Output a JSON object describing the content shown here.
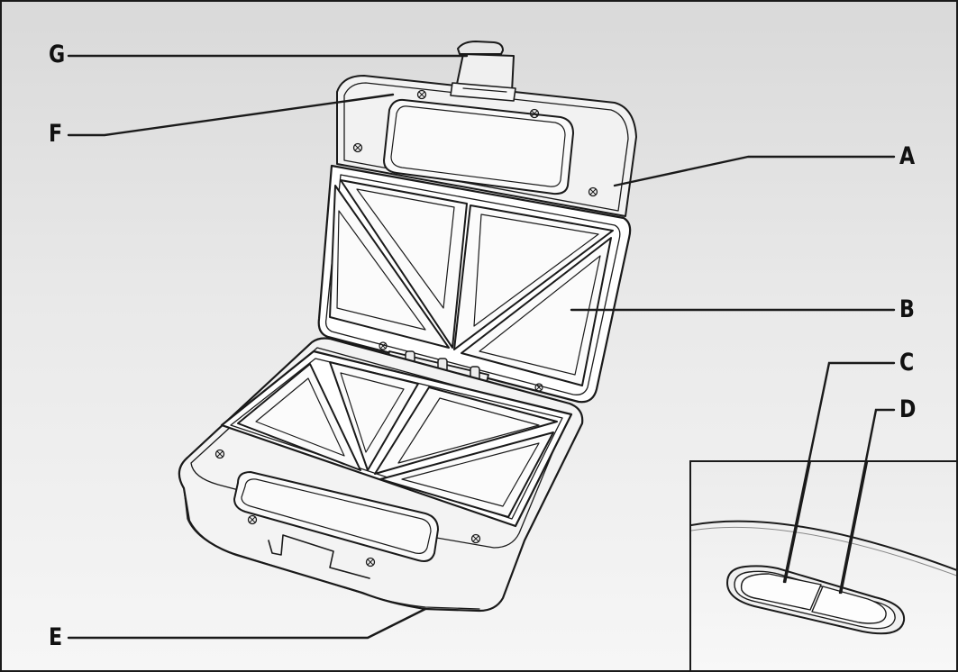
{
  "callouts": {
    "a": "A",
    "b": "B",
    "c": "C",
    "d": "D",
    "e": "E",
    "f": "F",
    "g": "G"
  },
  "colors": {
    "line": "#1a1a1a",
    "body": "#f4f4f4",
    "plate": "#ffffff",
    "background_top": "#d9d9d9",
    "background_bottom": "#f6f6f6"
  }
}
